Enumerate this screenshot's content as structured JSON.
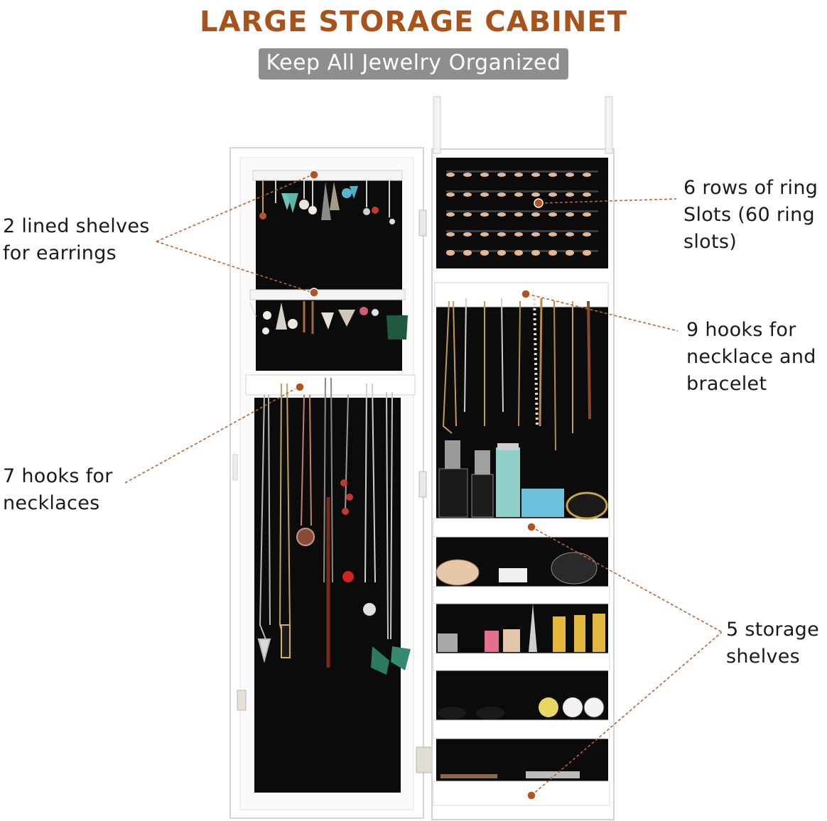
{
  "header": {
    "title": "LARGE STORAGE CABINET",
    "subtitle": "Keep All Jewelry Organized"
  },
  "callouts": {
    "earring_shelves": [
      "2 lined shelves",
      "for earrings"
    ],
    "necklace_hooks": [
      "7 hooks for",
      "necklaces"
    ],
    "ring_slots": [
      "6 rows of ring",
      "Slots (60 ring",
      "slots)"
    ],
    "necklace_bracelet_hooks": [
      "9 hooks for",
      "necklace and",
      "bracelet"
    ],
    "storage_shelves": [
      "5 storage",
      "shelves"
    ]
  },
  "colors": {
    "title": "#a8531b",
    "subtitle_bg": "#8e8e8e",
    "leader_line": "#b5643a",
    "marker_dot": "#b5531e",
    "cabinet_white": "#ffffff",
    "cabinet_interior": "#0b0b0b"
  }
}
